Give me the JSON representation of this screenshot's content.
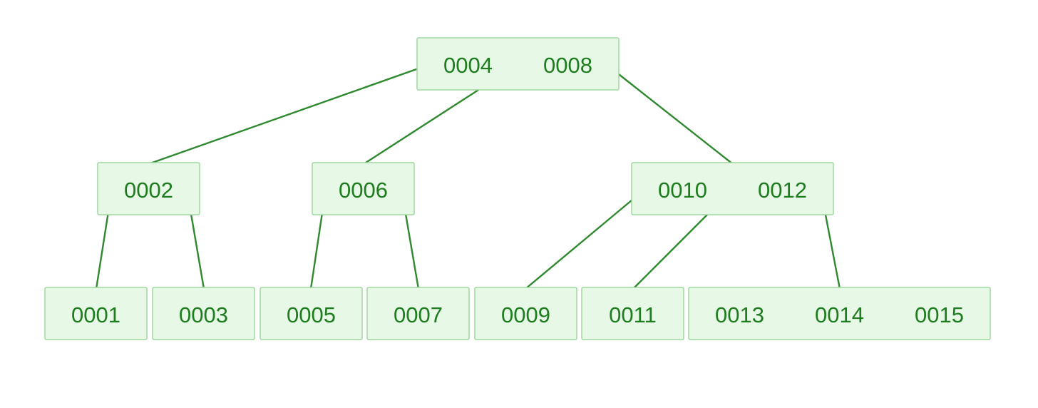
{
  "tree": {
    "levels": [
      {
        "nodes": [
          {
            "keys": [
              "0004",
              "0008"
            ]
          }
        ]
      },
      {
        "nodes": [
          {
            "keys": [
              "0002"
            ]
          },
          {
            "keys": [
              "0006"
            ]
          },
          {
            "keys": [
              "0010",
              "0012"
            ]
          }
        ]
      },
      {
        "nodes": [
          {
            "keys": [
              "0001"
            ]
          },
          {
            "keys": [
              "0003"
            ]
          },
          {
            "keys": [
              "0005"
            ]
          },
          {
            "keys": [
              "0007"
            ]
          },
          {
            "keys": [
              "0009"
            ]
          },
          {
            "keys": [
              "0011"
            ]
          },
          {
            "keys": [
              "0013",
              "0014",
              "0015"
            ]
          }
        ]
      }
    ],
    "colors": {
      "node_fill": "#e7f8e7",
      "node_border": "#9fd79f",
      "edge": "#2f8a2f",
      "text": "#1e7d1e"
    }
  }
}
